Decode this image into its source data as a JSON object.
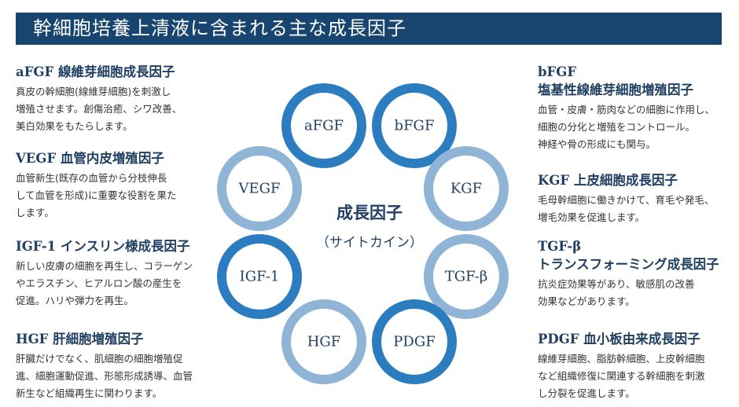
{
  "header": {
    "title": "幹細胞培養上清液に含まれる主な成長因子"
  },
  "center": {
    "title": "成長因子",
    "subtitle": "（サイトカイン）"
  },
  "colors": {
    "dark": "#2c7dc0",
    "light": "#8fb4d6",
    "header_bg": "#17456f",
    "text": "#1f3f63"
  },
  "rings": [
    {
      "label": "aFGF",
      "tone": "dark"
    },
    {
      "label": "bFGF",
      "tone": "dark"
    },
    {
      "label": "KGF",
      "tone": "light"
    },
    {
      "label": "TGF-β",
      "tone": "light"
    },
    {
      "label": "PDGF",
      "tone": "dark"
    },
    {
      "label": "HGF",
      "tone": "light"
    },
    {
      "label": "IGF-1",
      "tone": "dark"
    },
    {
      "label": "VEGF",
      "tone": "light"
    }
  ],
  "left_blocks": [
    {
      "title": "aFGF 線維芽細胞成長因子",
      "lines": [
        "真皮の幹細胞(線維芽細胞)を刺激し",
        "増殖させます。創傷治癒、シワ改善、",
        "美白効果をもたらします。"
      ]
    },
    {
      "title": "VEGF 血管内皮増殖因子",
      "lines": [
        "血管新生(既存の血管から分枝伸長",
        "して血管を形成)に重要な役割を果た",
        "します。"
      ]
    },
    {
      "title": "IGF-1 インスリン様成長因子",
      "lines": [
        "新しい皮膚の細胞を再生し、コラーゲン",
        "やエラスチン、ヒアルロン酸の産生を",
        "促進。ハリや弾力を再生。"
      ]
    },
    {
      "title": "HGF 肝細胞増殖因子",
      "lines": [
        "肝臓だけでなく、肌細胞の細胞増殖促",
        "進、細胞運動促進、形態形成誘導、血管",
        "新生など組織再生に関わります。"
      ]
    }
  ],
  "right_blocks": [
    {
      "title_lines": [
        "bFGF",
        "塩基性線維芽細胞増殖因子"
      ],
      "lines": [
        "血管・皮膚・筋肉などの細胞に作用し、",
        "細胞の分化と増殖をコントロール。",
        "神経や骨の形成にも関与。"
      ]
    },
    {
      "title_lines": [
        "KGF 上皮細胞成長因子"
      ],
      "lines": [
        "毛母幹細胞に働きかけて、育毛や発毛、",
        "増毛効果を促進します。"
      ]
    },
    {
      "title_lines": [
        "TGF-β",
        "トランスフォーミング成長因子"
      ],
      "lines": [
        "抗炎症効果等があり、敏感肌の改善",
        "効果などがあります。"
      ]
    },
    {
      "title_lines": [
        "PDGF 血小板由来成長因子"
      ],
      "lines": [
        "線維芽細胞、脂肪幹細胞、上皮幹細胞",
        "など組織修復に関連する幹細胞を刺激",
        "し分裂を促進します。"
      ]
    }
  ]
}
